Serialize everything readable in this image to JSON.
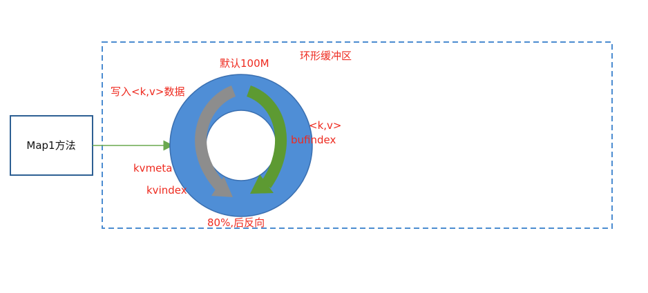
{
  "method_box": {
    "label": "Map1方法"
  },
  "ring_buffer": {
    "title": "环形缓冲区",
    "default_size": "默认100M",
    "write_label": "写入<k,v>数据",
    "kv_label": "<k,v>",
    "bufindex_label": "bufindex",
    "kvmeta_label": "kvmeta",
    "kvindex_label": "kvindex",
    "reverse_label": "80%,后反向"
  },
  "colors": {
    "ring_fill": "#4f8ed6",
    "ring_stroke": "#3a6fb0",
    "gray_arrow": "#8d8d8d",
    "green_arrow": "#5d9a32",
    "label_red": "#ee2a1f",
    "box_border": "#2d5f93",
    "dashed_border": "#4a8bd0",
    "connector": "#6aa84f"
  }
}
